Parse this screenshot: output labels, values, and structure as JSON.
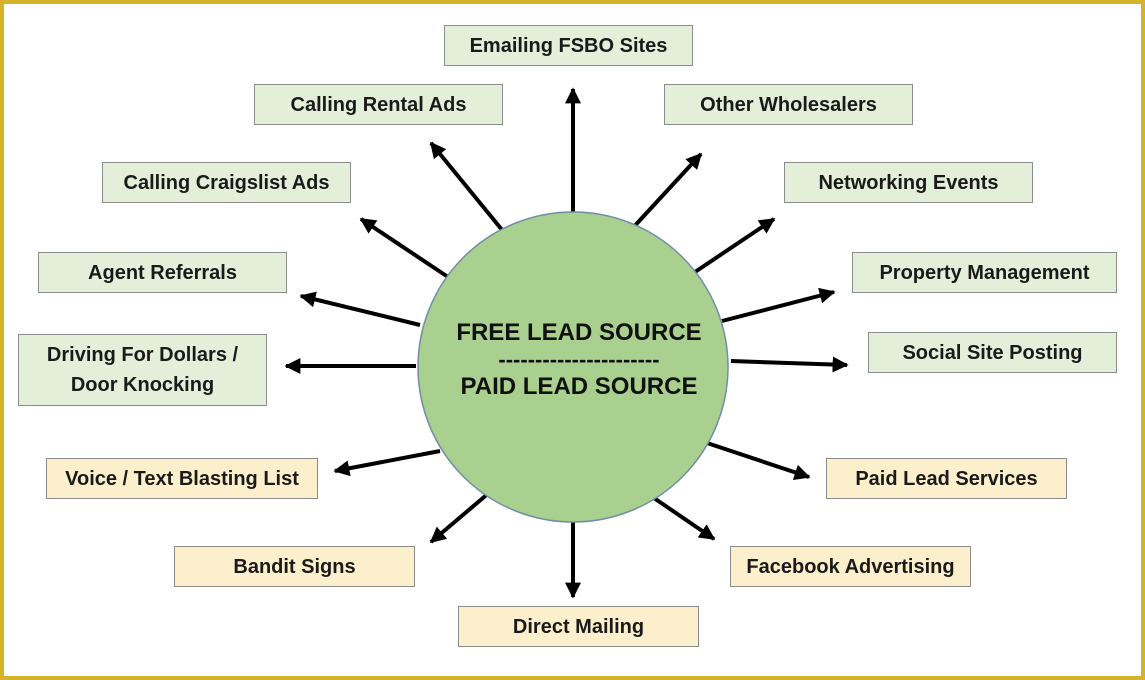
{
  "hub": {
    "free_label": "FREE LEAD SOURCE",
    "divider": "----------------------",
    "paid_label": "PAID LEAD SOURCE",
    "fill": "#a9d08e"
  },
  "colors": {
    "free_box": "#e3efd9",
    "paid_box": "#fcefcc",
    "frame": "#d6b12a",
    "arrow": "#000000"
  },
  "free_sources": [
    "Emailing FSBO Sites",
    "Other Wholesalers",
    "Networking Events",
    "Property Management",
    "Social Site Posting",
    "Calling Rental Ads",
    "Calling Craigslist Ads",
    "Agent Referrals",
    "Driving For Dollars / Door Knocking"
  ],
  "paid_sources": [
    "Paid Lead Services",
    "Facebook Advertising",
    "Direct Mailing",
    "Bandit Signs",
    "Voice / Text Blasting List"
  ]
}
